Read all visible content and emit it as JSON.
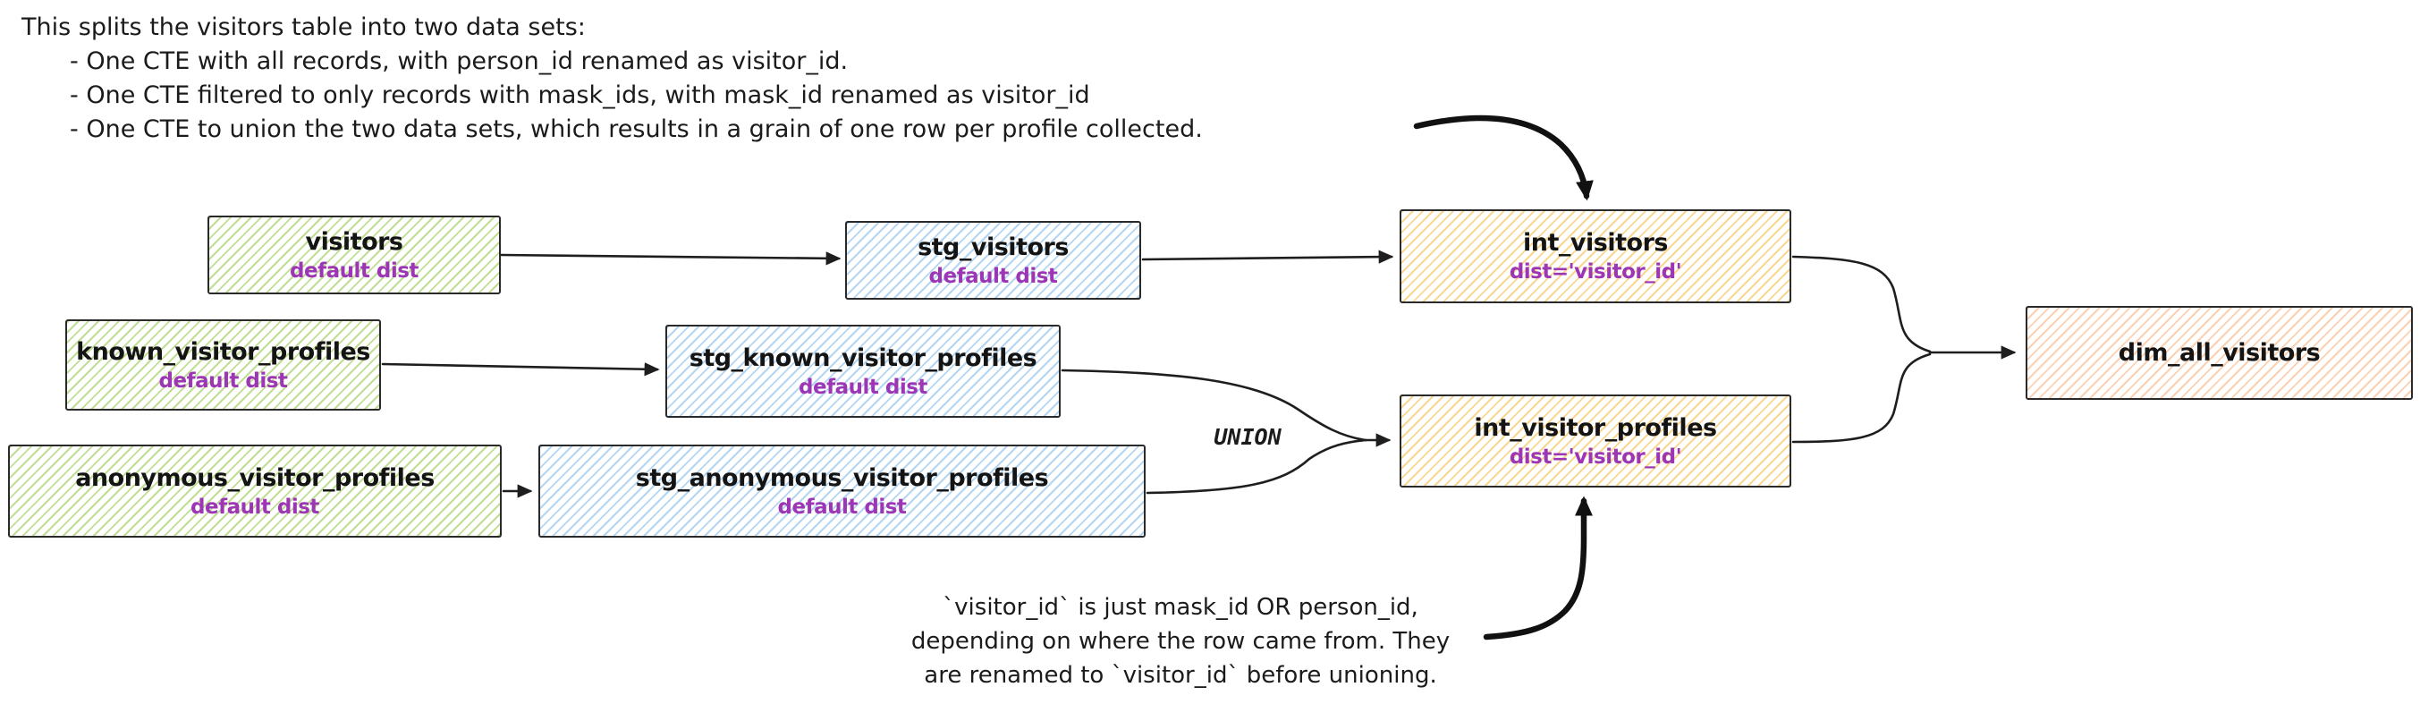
{
  "diagram_type": "data-lineage-flow",
  "palette": {
    "canvas_bg": "#ffffff",
    "outline": "#1e1e1e",
    "source_green": "#8dc23d",
    "staging_blue": "#4d9de0",
    "intermediate_yellow": "#f3b024",
    "dimension_orange": "#f89146",
    "dist_text_purple": "#9c36b5"
  },
  "annotations": {
    "top": {
      "intro": "This splits the visitors table into two data sets:",
      "bullets": [
        "- One CTE with all records, with person_id renamed as visitor_id.",
        "- One CTE filtered to only records with mask_ids, with mask_id renamed as visitor_id",
        "- One CTE to union the two data sets, which results in a grain of one row per profile collected."
      ]
    },
    "bottom": {
      "lines": [
        "`visitor_id` is just mask_id OR person_id,",
        "depending on where the row came from. They",
        "are renamed to `visitor_id` before unioning."
      ]
    },
    "union_label": "UNION"
  },
  "nodes": [
    {
      "id": "visitors",
      "title": "visitors",
      "subtitle": "default dist",
      "role": "source"
    },
    {
      "id": "known_visitor_profiles",
      "title": "known_visitor_profiles",
      "subtitle": "default dist",
      "role": "source"
    },
    {
      "id": "anonymous_visitor_profiles",
      "title": "anonymous_visitor_profiles",
      "subtitle": "default dist",
      "role": "source"
    },
    {
      "id": "stg_visitors",
      "title": "stg_visitors",
      "subtitle": "default dist",
      "role": "staging"
    },
    {
      "id": "stg_known_visitor_profiles",
      "title": "stg_known_visitor_profiles",
      "subtitle": "default dist",
      "role": "staging"
    },
    {
      "id": "stg_anonymous_visitor_profiles",
      "title": "stg_anonymous_visitor_profiles",
      "subtitle": "default dist",
      "role": "staging"
    },
    {
      "id": "int_visitors",
      "title": "int_visitors",
      "subtitle": "dist='visitor_id'",
      "role": "intermediate"
    },
    {
      "id": "int_visitor_profiles",
      "title": "int_visitor_profiles",
      "subtitle": "dist='visitor_id'",
      "role": "intermediate"
    },
    {
      "id": "dim_all_visitors",
      "title": "dim_all_visitors",
      "subtitle": "",
      "role": "dimension"
    }
  ],
  "edges": [
    {
      "from": "visitors",
      "to": "stg_visitors"
    },
    {
      "from": "stg_visitors",
      "to": "int_visitors"
    },
    {
      "from": "known_visitor_profiles",
      "to": "stg_known_visitor_profiles"
    },
    {
      "from": "anonymous_visitor_profiles",
      "to": "stg_anonymous_visitor_profiles"
    },
    {
      "from": "stg_known_visitor_profiles",
      "to": "int_visitor_profiles",
      "label": "UNION"
    },
    {
      "from": "stg_anonymous_visitor_profiles",
      "to": "int_visitor_profiles",
      "label": "UNION"
    },
    {
      "from": "int_visitors",
      "to": "dim_all_visitors"
    },
    {
      "from": "int_visitor_profiles",
      "to": "dim_all_visitors"
    },
    {
      "from": "annotation-top",
      "to": "int_visitors",
      "type": "callout"
    },
    {
      "from": "annotation-bottom",
      "to": "int_visitor_profiles",
      "type": "callout"
    }
  ]
}
